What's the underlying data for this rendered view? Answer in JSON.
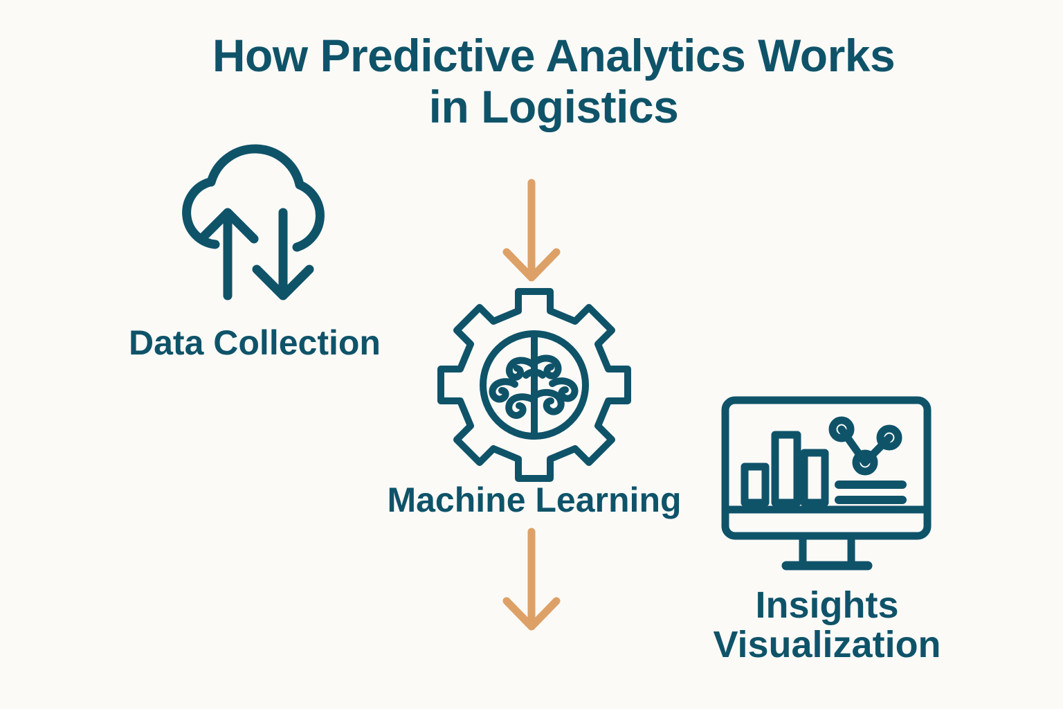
{
  "page": {
    "background_color": "#FBFAF7",
    "accent_color": "#0F5369",
    "arrow_color": "#DDA167"
  },
  "title": {
    "line1": "How Predictive Analytics Works",
    "line2": "in Logistics"
  },
  "flow": {
    "nodes": [
      {
        "id": "data-collection",
        "icon": "cloud-data-transfer-icon",
        "label": "Data Collection"
      },
      {
        "id": "machine-learning",
        "icon": "gear-brain-icon",
        "label": "Machine Learning"
      },
      {
        "id": "insights-visualization",
        "icon": "monitor-analytics-icon",
        "label_line1": "Insights",
        "label_line2": "Visualization"
      }
    ],
    "arrows": [
      {
        "id": "arrow-1",
        "icon": "arrow-down-icon",
        "direction": "down"
      },
      {
        "id": "arrow-2",
        "icon": "arrow-down-icon",
        "direction": "down"
      }
    ]
  }
}
